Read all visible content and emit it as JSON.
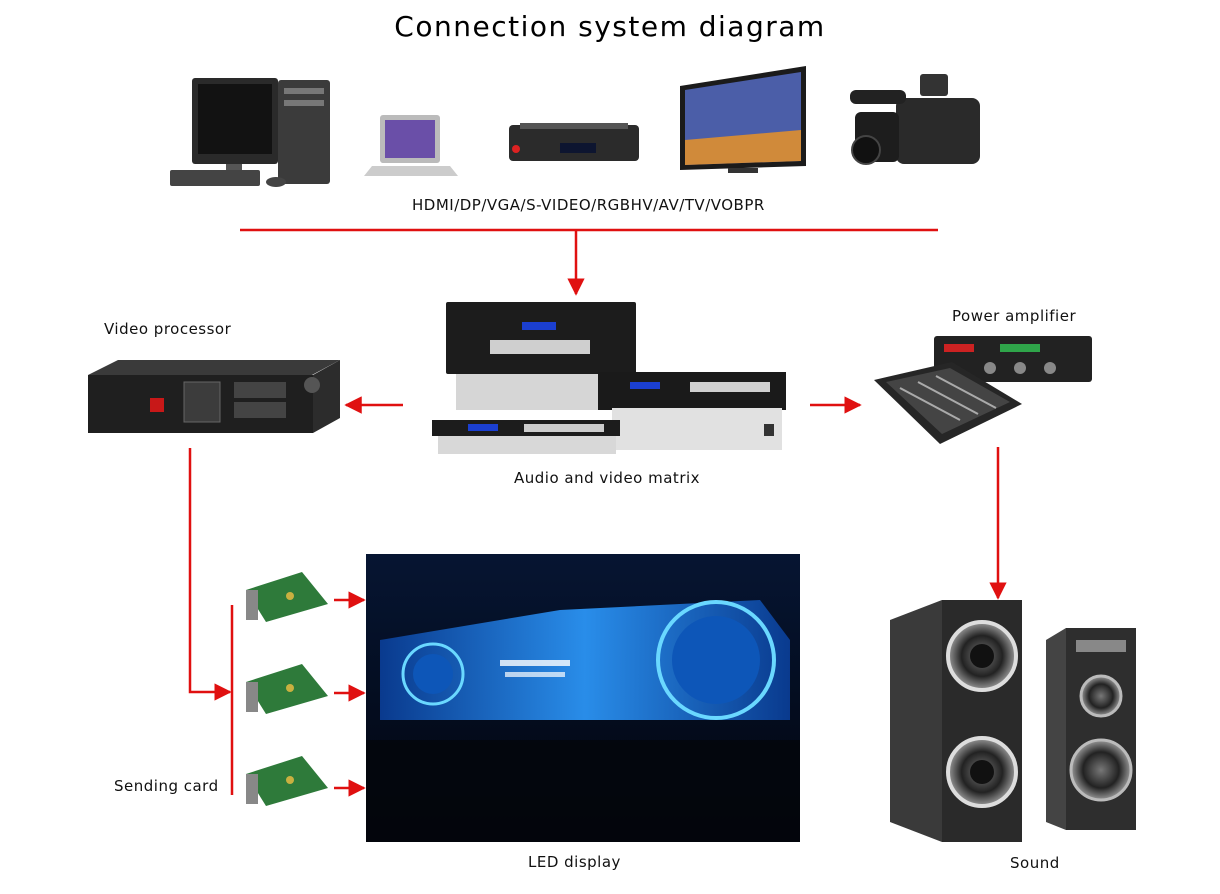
{
  "title": "Connection system diagram",
  "sources_label": "HDMI/DP/VGA/S-VIDEO/RGBHV/AV/TV/VOBPR",
  "nodes": {
    "video_processor": "Video processor",
    "matrix": "Audio and video matrix",
    "power_amplifier": "Power amplifier",
    "sending_card": "Sending card",
    "led_display": "LED display",
    "sound": "Sound"
  },
  "colors": {
    "connector": "#e01010",
    "screen": "#1a6fd6"
  },
  "icons": [
    "desktop-computer-icon",
    "laptop-icon",
    "media-player-icon",
    "television-icon",
    "camcorder-icon"
  ]
}
